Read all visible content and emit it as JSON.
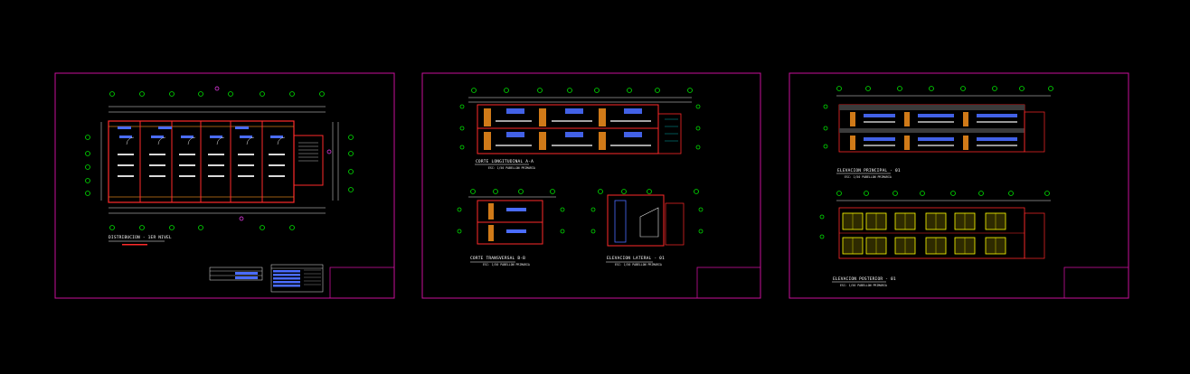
{
  "colors": {
    "background": "#000000",
    "sheet_border": "#c8109a",
    "axis_bubble": "#00e000",
    "dimension": "#e8e8e8",
    "wall": "#ff2a2a",
    "structure": "#d07a18",
    "window_blue": "#4a6cff",
    "window_yellow": "#ffff00",
    "cyan": "#00d0d0"
  },
  "sheets": [
    {
      "title": "DISTRIBUCION - 1ER NIVEL",
      "icon": "floor-plan-icon"
    },
    {
      "drawings": [
        {
          "title": "CORTE LONGITUDINAL  A-A",
          "subtitle": "ESC: 1/50   PABELLON  PRIMARIA"
        },
        {
          "title": "CORTE TRANSVERSAL  B-B",
          "subtitle": "ESC: 1/50   PABELLON  PRIMARIA"
        },
        {
          "title": "ELEVACION LATERAL - 01",
          "subtitle": "ESC: 1/50   PABELLON  PRIMARIA"
        }
      ]
    },
    {
      "drawings": [
        {
          "title": "ELEVACION PRINCIPAL - 01",
          "subtitle": "ESC: 1/50   PABELLON  PRIMARIA"
        },
        {
          "title": "ELEVACION POSTERIOR - 01",
          "subtitle": "ESC: 1/50   PABELLON  PRIMARIA"
        }
      ]
    }
  ]
}
